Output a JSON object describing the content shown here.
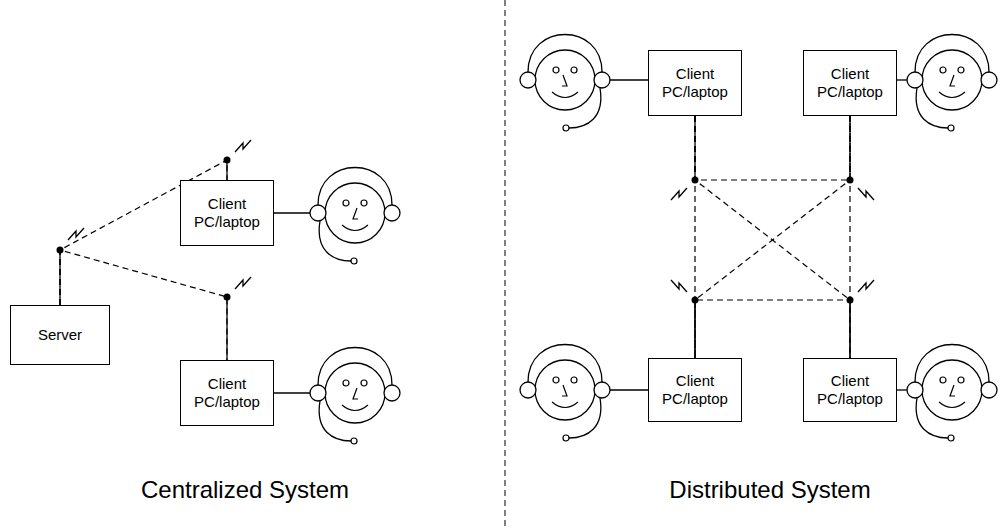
{
  "diagram": {
    "nodes": [
      {
        "text": [
          "Server"
        ]
      },
      {
        "text": [
          "Client PC/laptop"
        ]
      },
      {
        "text": [
          "Client PC/laptop"
        ]
      },
      {
        "text": [
          "Client PC/laptop"
        ]
      },
      {
        "text": [
          "Client PC/laptop"
        ]
      },
      {
        "text": [
          "Client PC/laptop"
        ]
      },
      {
        "text": [
          "Client PC/laptop"
        ]
      }
    ],
    "edges": [
      {
        "from": 0,
        "to": 1,
        "arrow": "none"
      },
      {
        "from": 0,
        "to": 2,
        "arrow": "none"
      },
      {
        "from": 3,
        "to": 4,
        "arrow": "none"
      },
      {
        "from": 5,
        "to": 6,
        "arrow": "none"
      },
      {
        "from": 3,
        "to": 5,
        "arrow": "none"
      },
      {
        "from": 4,
        "to": 6,
        "arrow": "none"
      },
      {
        "from": 3,
        "to": 6,
        "arrow": "none"
      },
      {
        "from": 4,
        "to": 5,
        "arrow": "none"
      }
    ],
    "labels": [
      "Centralized System",
      "Distributed System"
    ]
  }
}
